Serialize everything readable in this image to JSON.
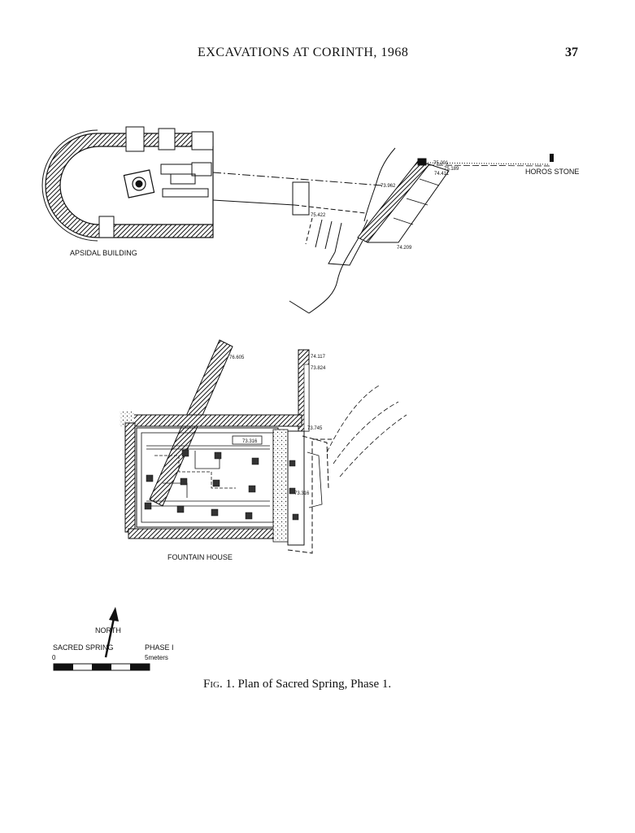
{
  "header": {
    "running_title": "EXCAVATIONS AT CORINTH, 1968",
    "page_number": "37"
  },
  "plan": {
    "labels": {
      "apsidal_building": "APSIDAL BUILDING",
      "horos_stone": "HOROS STONE",
      "fountain_house": "FOUNTAIN HOUSE"
    },
    "elevations": {
      "e1": "75.201",
      "e2": "75.189",
      "e3": "74.411",
      "e4": "73.962",
      "e5": "75.422",
      "e6": "74.209",
      "e7": "76.605",
      "e8": "74.117",
      "e9": "73.824",
      "e10": "73.745",
      "e11": "73.316",
      "e12": "73.316"
    },
    "legend": {
      "north": "NORTH",
      "site": "SACRED SPRING",
      "phase": "PHASE I",
      "scale_start": "0",
      "scale_end": "5meters"
    }
  },
  "caption": {
    "label": "Fig. 1.",
    "text": "Plan of Sacred Spring, Phase 1."
  }
}
